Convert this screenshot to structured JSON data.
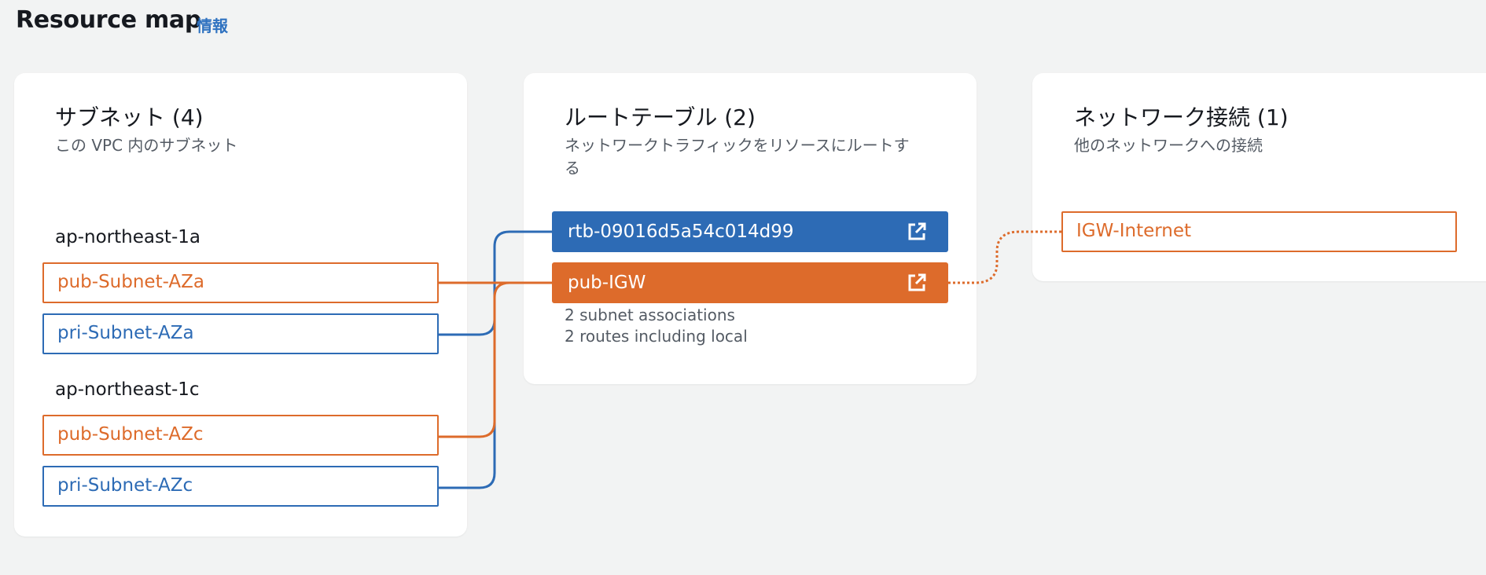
{
  "header": {
    "title": "Resource map",
    "info_link": "情報"
  },
  "subnets": {
    "title": "サブネット (4)",
    "subtitle": "この VPC 内のサブネット",
    "groups": [
      {
        "az": "ap-northeast-1a",
        "items": [
          {
            "label": "pub-Subnet-AZa",
            "type": "public"
          },
          {
            "label": "pri-Subnet-AZa",
            "type": "private"
          }
        ]
      },
      {
        "az": "ap-northeast-1c",
        "items": [
          {
            "label": "pub-Subnet-AZc",
            "type": "public"
          },
          {
            "label": "pri-Subnet-AZc",
            "type": "private"
          }
        ]
      }
    ]
  },
  "route_tables": {
    "title": "ルートテーブル (2)",
    "subtitle_line1": "ネットワークトラフィックをリソースにルートす",
    "subtitle_line2": "る",
    "items": [
      {
        "label": "rtb-09016d5a54c014d99"
      },
      {
        "label": "pub-IGW",
        "associations": "2 subnet associations",
        "routes": "2 routes including local"
      }
    ]
  },
  "network_connections": {
    "title": "ネットワーク接続 (1)",
    "subtitle": "他のネットワークへの接続",
    "items": [
      {
        "label": "IGW-Internet"
      }
    ]
  },
  "colors": {
    "public": "#dd6b2b",
    "private": "#2d6bb5",
    "background": "#f2f3f3"
  },
  "icons": {
    "external_link": "external-link-icon"
  }
}
